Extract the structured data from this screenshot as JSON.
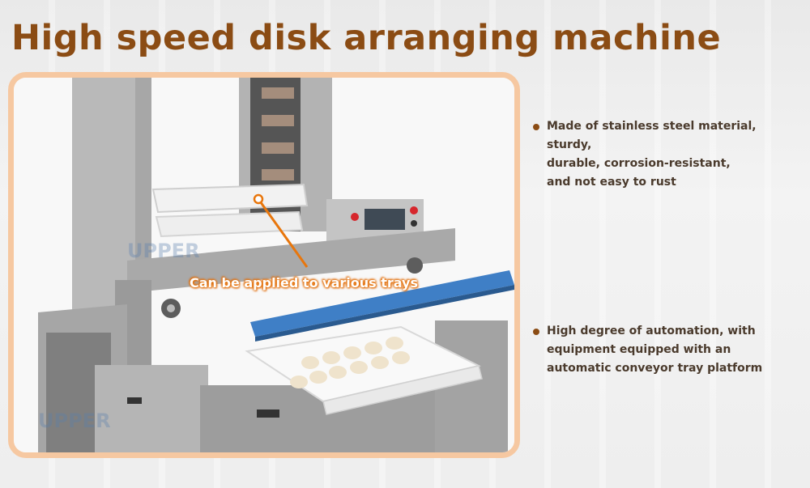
{
  "header": {
    "title": "High speed disk arranging machine"
  },
  "photo": {
    "callout_label": "Can be applied to various trays",
    "watermark_logo_text": "UPPER",
    "accent_color": "#f6c8a1",
    "callout_color": "#e8760c"
  },
  "features": [
    {
      "icon": "bullet-dot-icon",
      "text": "Made of stainless steel material, sturdy,\n  durable, corrosion-resistant,\nand not easy to rust"
    },
    {
      "icon": "bullet-dot-icon",
      "text": "High degree of automation, with\nequipment equipped with an\nautomatic conveyor tray platform"
    }
  ],
  "colors": {
    "title": "#8b4c14",
    "body_text": "#4a3a2c",
    "conveyor_belt": "#3f7fc6"
  }
}
